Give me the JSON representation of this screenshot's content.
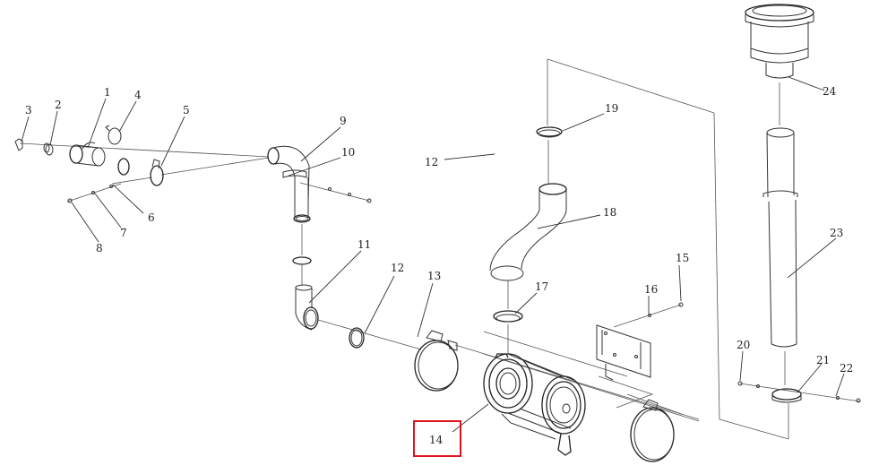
{
  "diagram": {
    "labels": {
      "p1": "1",
      "p2": "2",
      "p3": "3",
      "p4": "4",
      "p5": "5",
      "p6": "6",
      "p7": "7",
      "p8": "8",
      "p9": "9",
      "p10": "10",
      "p11": "11",
      "p12a": "12",
      "p12b": "12",
      "p13": "13",
      "p14": "14",
      "p15": "15",
      "p16": "16",
      "p17": "17",
      "p18": "18",
      "p19": "19",
      "p20": "20",
      "p21": "21",
      "p22": "22",
      "p23": "23",
      "p24": "24"
    },
    "highlighted_part": "14",
    "colors": {
      "highlight": "#e0141e",
      "line": "#333333",
      "background": "#ffffff"
    }
  }
}
